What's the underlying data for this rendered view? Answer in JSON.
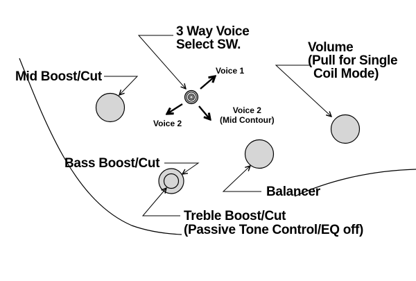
{
  "labels": {
    "voice_switch": [
      "3 Way Voice",
      "Select SW."
    ],
    "volume": [
      "Volume",
      "(Pull for Single",
      "Coil Mode)"
    ],
    "mid": "Mid Boost/Cut",
    "bass": "Bass Boost/Cut",
    "balancer": "Balancer",
    "treble": [
      "Treble Boost/Cut",
      "(Passive Tone Control/EQ off)"
    ],
    "voice1": "Voice 1",
    "voice2_left": "Voice 2",
    "voice2_right": [
      "Voice 2",
      "(Mid Contour)"
    ]
  }
}
